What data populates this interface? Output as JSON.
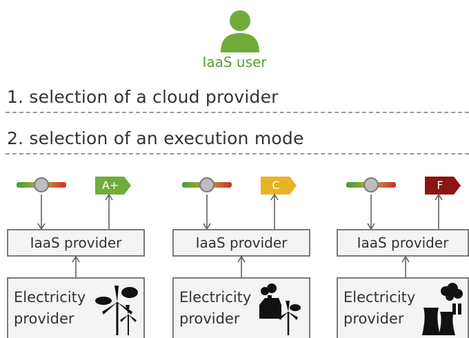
{
  "user": {
    "label": "IaaS user",
    "icon": "user-icon",
    "color": "#6fac3c"
  },
  "steps": [
    {
      "label": "1. selection of a cloud provider"
    },
    {
      "label": "2. selection of an execution mode"
    }
  ],
  "providers": [
    {
      "iaas_label": "IaaS provider",
      "electricity_label_line1": "Electricity",
      "electricity_label_line2": "provider",
      "rating": "A+",
      "rating_color": "#6fac3c",
      "energy_icon": "wind-turbine-icon",
      "slider_level": 0.5
    },
    {
      "iaas_label": "IaaS provider",
      "electricity_label_line1": "Electricity",
      "electricity_label_line2": "provider",
      "rating": "C",
      "rating_color": "#e8b323",
      "energy_icon": "factory-wind-icon",
      "slider_level": 0.5
    },
    {
      "iaas_label": "IaaS provider",
      "electricity_label_line1": "Electricity",
      "electricity_label_line2": "provider",
      "rating": "F",
      "rating_color": "#8b1414",
      "energy_icon": "power-plant-icon",
      "slider_level": 0.5
    }
  ]
}
